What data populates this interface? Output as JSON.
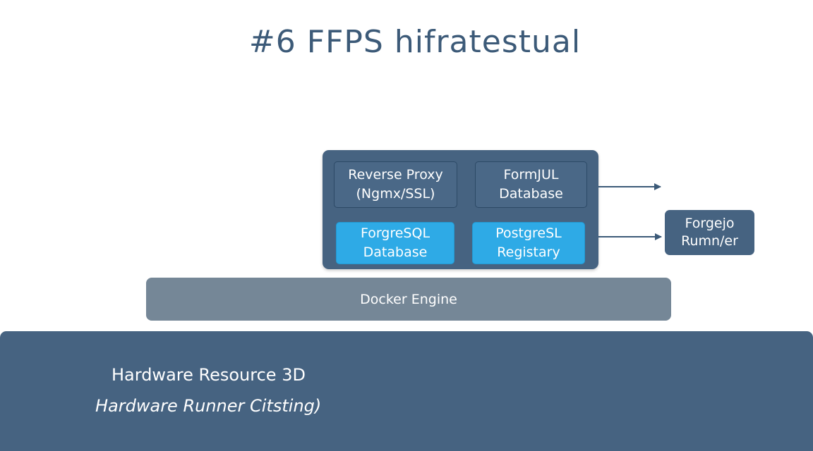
{
  "title": "#6 FFPS hifratestual",
  "services": {
    "reverse_proxy": [
      "Reverse Proxy",
      "(Ngmx/SSL)"
    ],
    "formjul_db": [
      "FormJUL",
      "Database"
    ],
    "forgresql_db": [
      "ForgreSQL",
      "Database"
    ],
    "postgresl_registry": [
      "PostgreSL",
      "Registary"
    ]
  },
  "runner": [
    "Forgejo",
    "Rumn/er"
  ],
  "docker_engine": "Docker Engine",
  "hardware": {
    "line1": "Hardware Resource 3D",
    "line2": "Hardware Runner Citsting)"
  },
  "colors": {
    "box": "#466381",
    "bright_tile": "#2eaae6",
    "docker": "#758797",
    "arrow": "#3c5a78"
  }
}
